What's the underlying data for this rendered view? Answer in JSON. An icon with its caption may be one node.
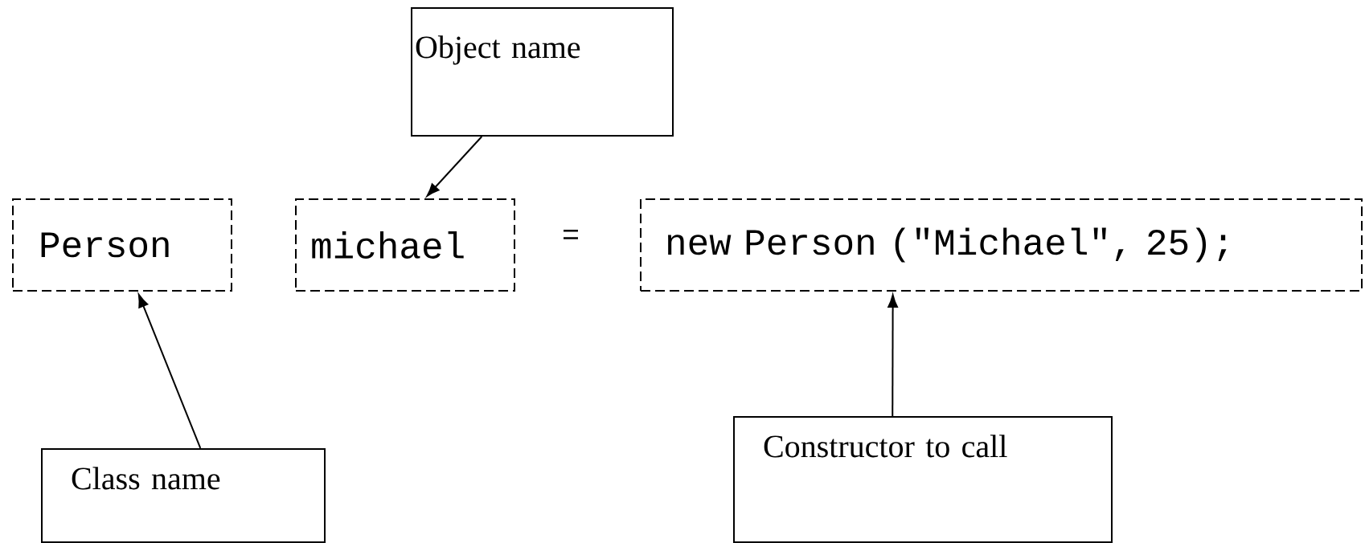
{
  "diagram": {
    "nodes": [
      {
        "text": [
          "Object name"
        ]
      },
      {
        "text": [
          "Person"
        ]
      },
      {
        "text": [
          "michael"
        ]
      },
      {
        "text": [
          "new Person (\"Michael\", 25);"
        ]
      },
      {
        "text": [
          "Class name"
        ]
      },
      {
        "text": [
          "Constructor to call"
        ]
      }
    ],
    "edges": [
      {
        "from": 0,
        "to": 2,
        "arrow": "to"
      },
      {
        "from": 4,
        "to": 1,
        "arrow": "to"
      },
      {
        "from": 5,
        "to": 3,
        "arrow": "to"
      }
    ],
    "labels": [
      "="
    ]
  }
}
